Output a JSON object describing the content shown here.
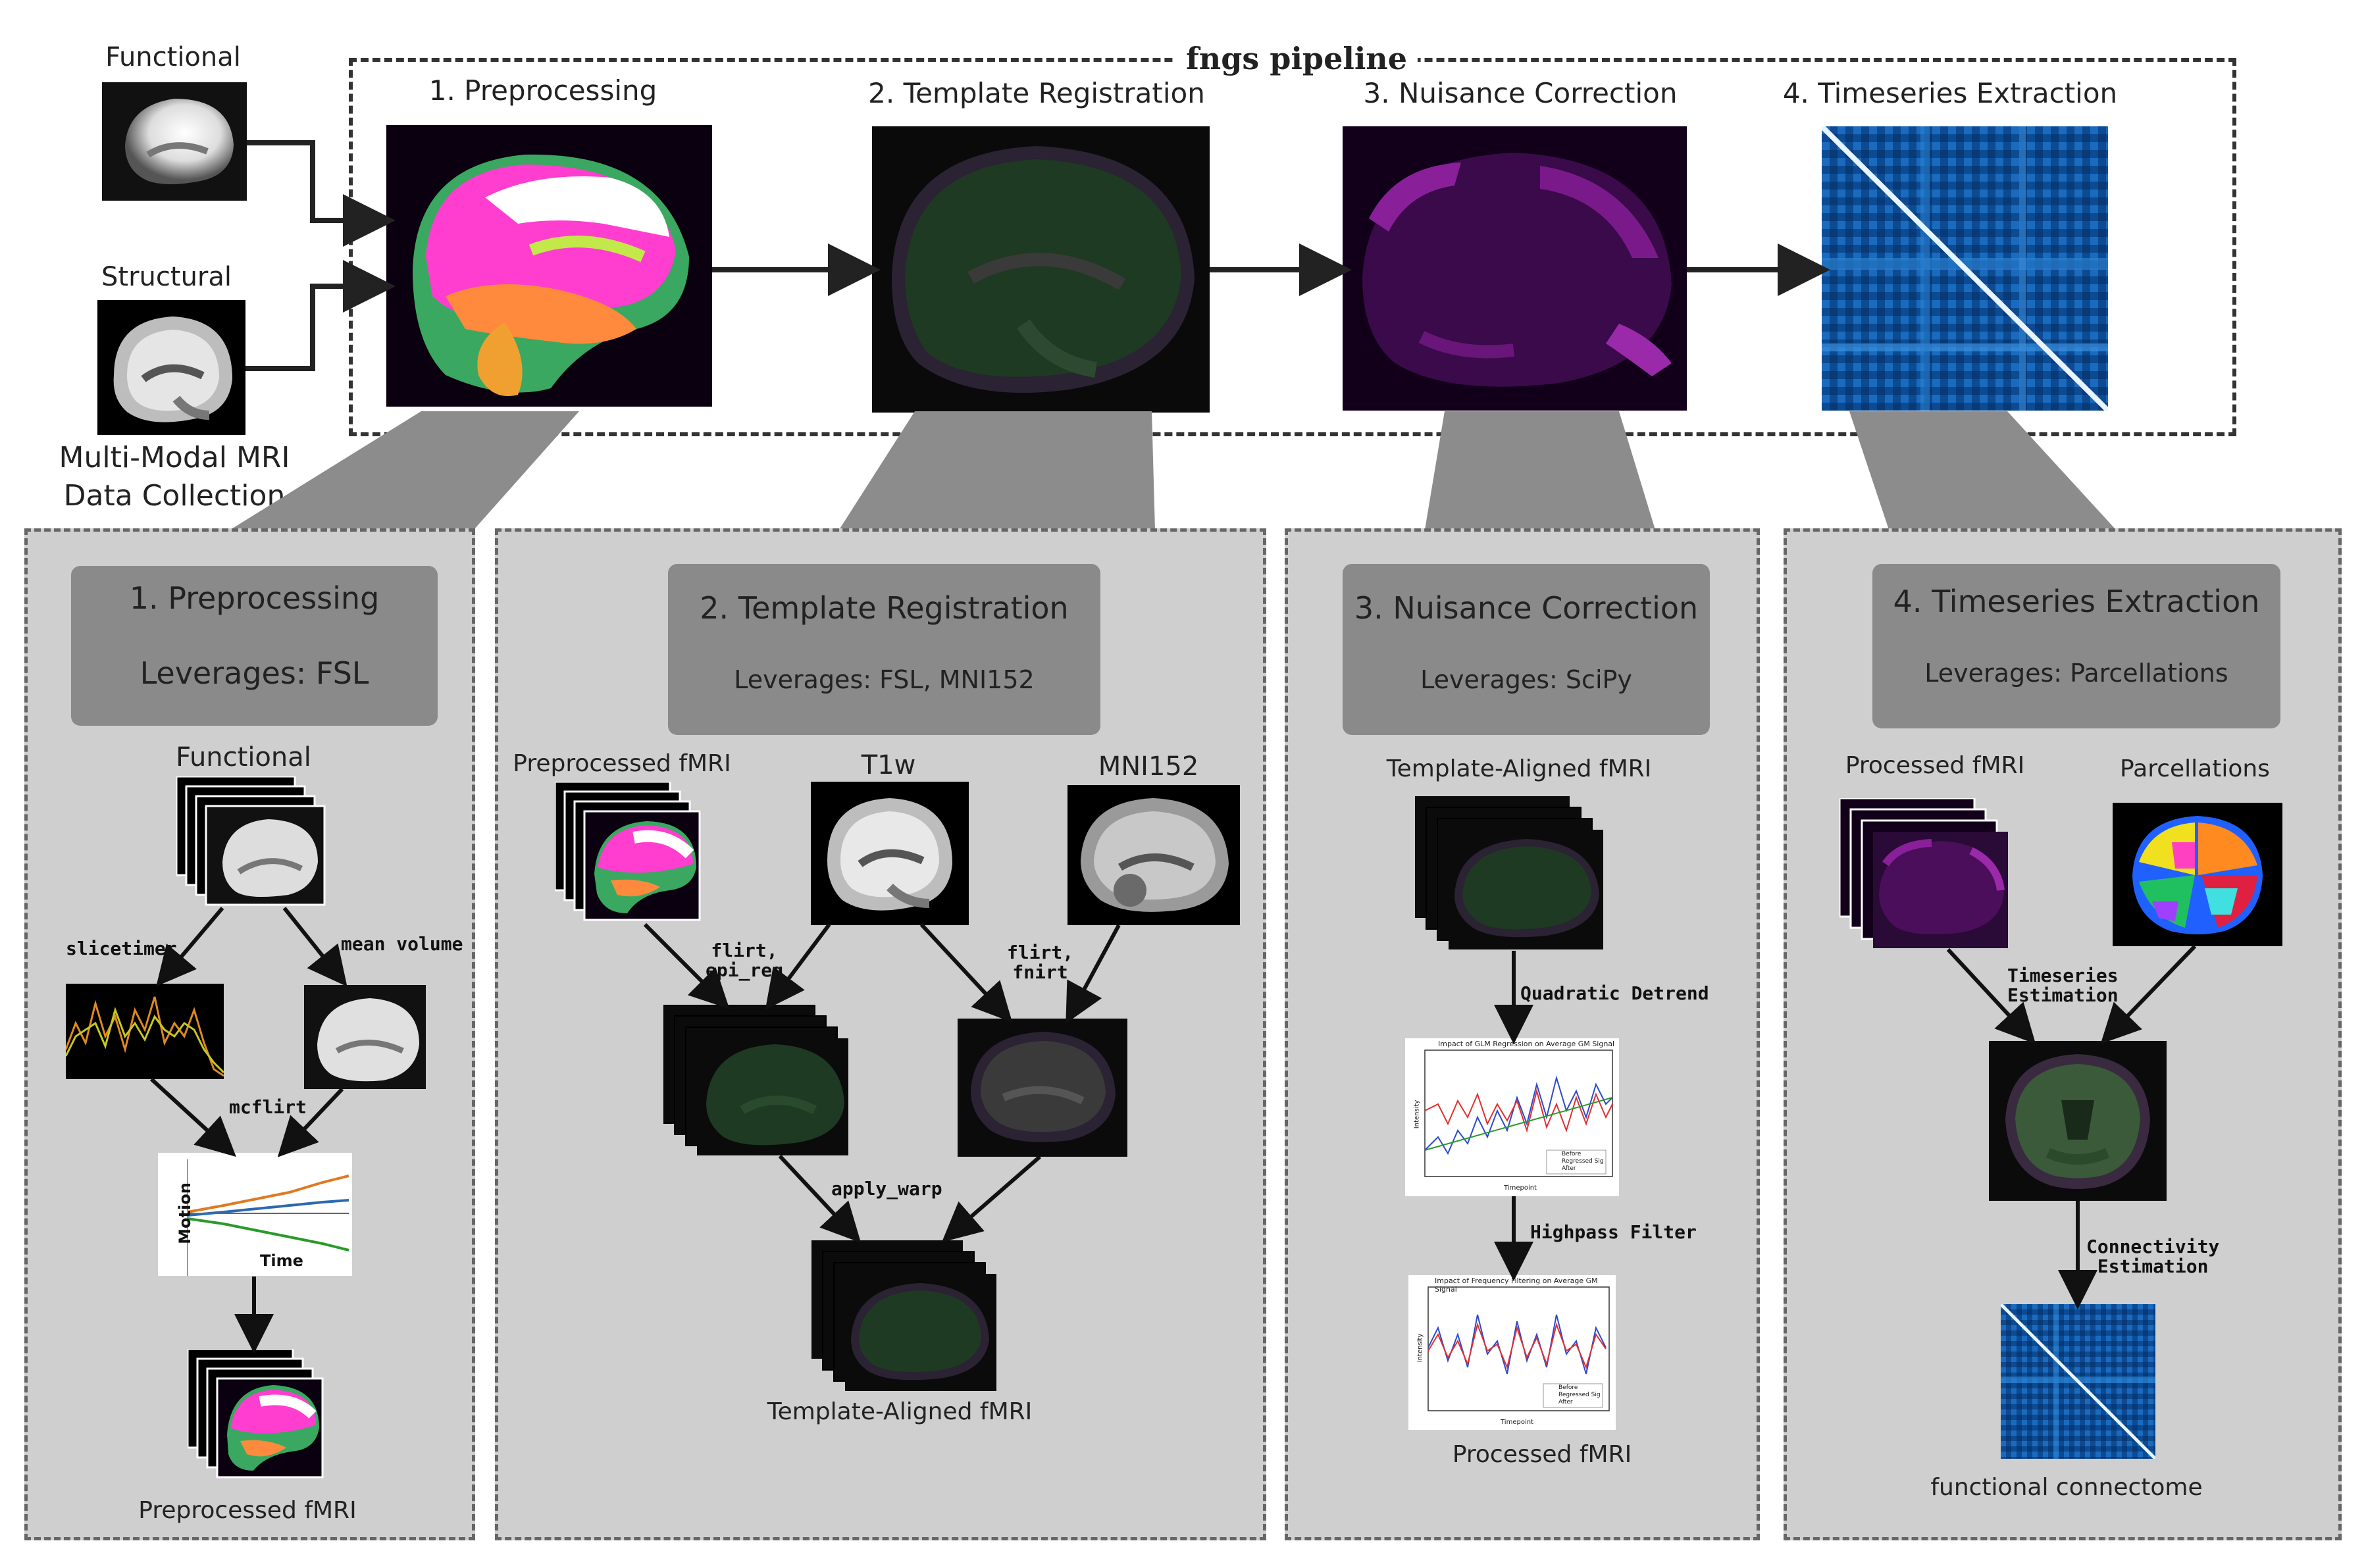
{
  "pipeline_title": "fngs pipeline",
  "inputs": {
    "functional": "Functional",
    "structural": "Structural",
    "collection_line1": "Multi-Modal MRI",
    "collection_line2": "Data Collection"
  },
  "top_stages": [
    {
      "label": "1. Preprocessing"
    },
    {
      "label": "2. Template Registration"
    },
    {
      "label": "3. Nuisance Correction"
    },
    {
      "label": "4. Timeseries Extraction"
    }
  ],
  "panels": [
    {
      "title": "1. Preprocessing",
      "leverages": "Leverages: FSL",
      "input_label": "Functional",
      "steps": [
        "slicetimer",
        "mean volume",
        "mcflirt"
      ],
      "motion_axis_y": "Motion",
      "motion_axis_x": "Time",
      "output_label": "Preprocessed fMRI"
    },
    {
      "title": "2. Template Registration",
      "leverages": "Leverages:   FSL, MNI152",
      "inputs": [
        "Preprocessed fMRI",
        "T1w",
        "MNI152"
      ],
      "steps": [
        "flirt,",
        "epi_reg",
        "flirt,",
        "fnirt",
        "apply_warp"
      ],
      "output_label": "Template-Aligned fMRI"
    },
    {
      "title": "3. Nuisance Correction",
      "leverages": "Leverages:   SciPy",
      "input_label": "Template-Aligned fMRI",
      "steps": [
        "Quadratic Detrend",
        "Highpass Filter"
      ],
      "plot1_title": "Impact of GLM Regression on Average GM Signal",
      "plot2_title": "Impact of Frequency Filtering on Average GM Signal",
      "plot_xlabel": "Timepoint",
      "plot_ylabel": "Intensity",
      "plot1_legend": [
        "Before",
        "Regressed Sig",
        "After"
      ],
      "plot2_legend": [
        "Before",
        "Regressed Sig",
        "After"
      ],
      "output_label": "Processed fMRI"
    },
    {
      "title": "4. Timeseries Extraction",
      "leverages": "Leverages:   Parcellations",
      "inputs": [
        "Processed fMRI",
        "Parcellations"
      ],
      "steps": [
        "Timeseries",
        "Estimation",
        "Connectivity",
        "Estimation"
      ],
      "output_label": "functional connectome"
    }
  ],
  "colors": {
    "panel_bg": "#cfcfcf",
    "header_bg": "#8a8a8a",
    "dashed": "#333333",
    "funnel": "#8c8c8c",
    "pink": "#ff3dcf",
    "green_brain": "#2f5f2f",
    "purple": "#8a1f9a",
    "matrix_blue": "#0d4f9a"
  }
}
